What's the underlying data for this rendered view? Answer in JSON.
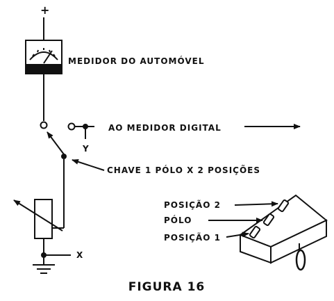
{
  "diagram": {
    "supply_symbol": "+",
    "labels": {
      "meter_automobile": "MEDIDOR DO AUTOMÓVEL",
      "to_digital_meter": "AO MEDIDOR DIGITAL",
      "point_y": "Y",
      "switch_label": "CHAVE 1 PÓLO X 2 POSIÇÕES",
      "point_x": "X",
      "position_2": "POSIÇÃO 2",
      "pole": "PÓLO",
      "position_1": "POSIÇÃO 1"
    },
    "caption": "FIGURA 16"
  },
  "colors": {
    "ink": "#111111",
    "background": "#ffffff"
  },
  "icons": [
    "analog-meter-icon",
    "potentiometer-icon",
    "ground-icon",
    "toggle-switch-icon"
  ]
}
